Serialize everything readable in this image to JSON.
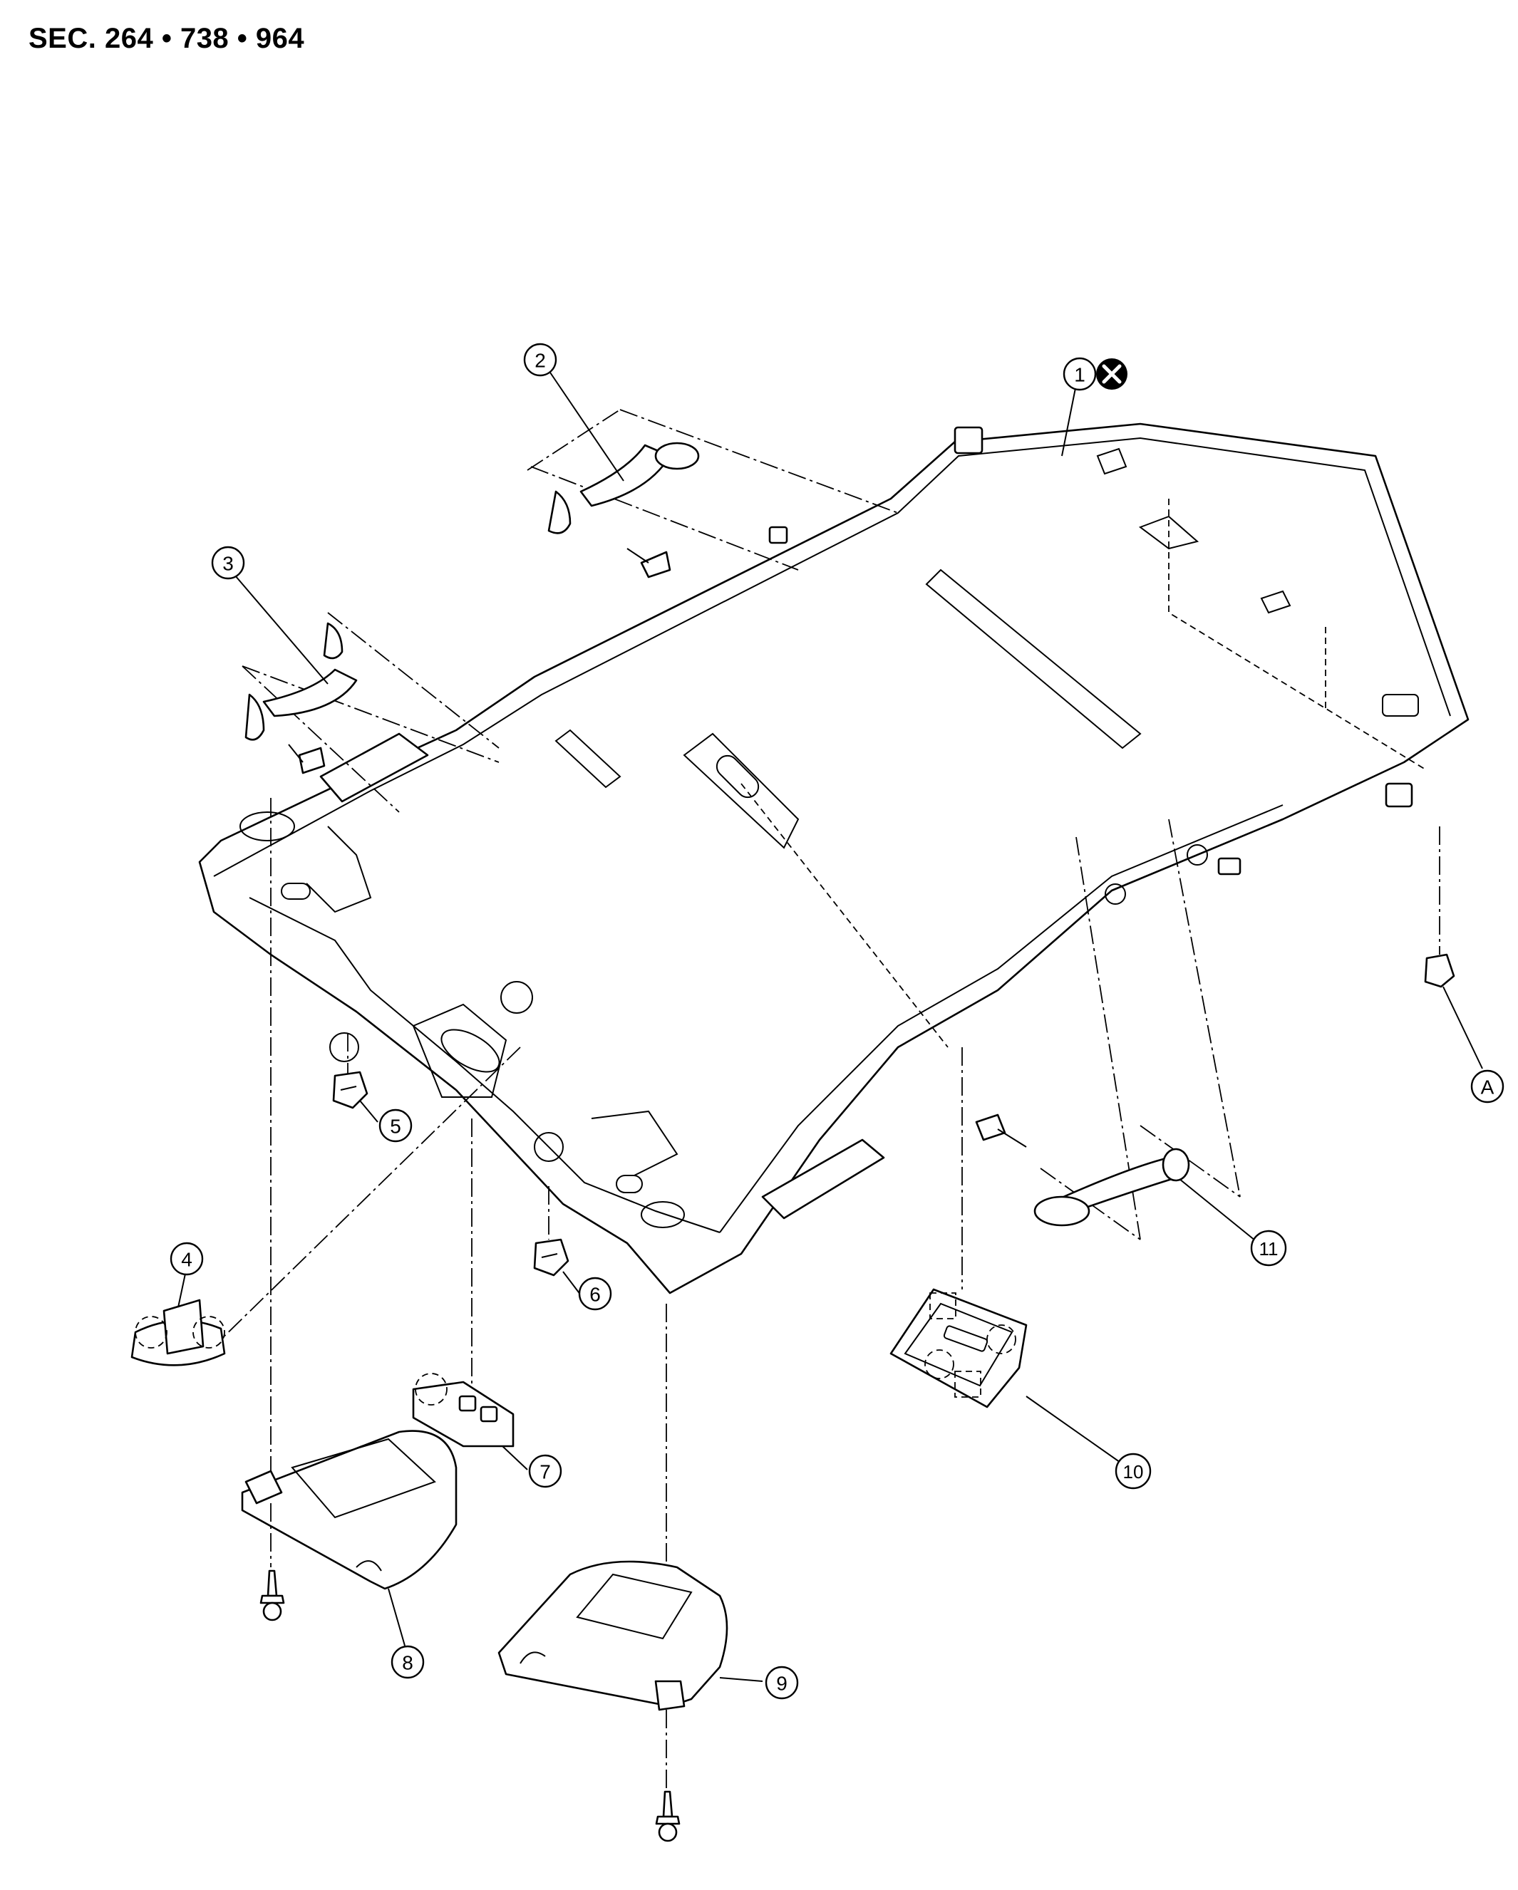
{
  "section_title": "SEC. 264 • 738 • 964",
  "callouts": {
    "c1": "1",
    "c2": "2",
    "c3": "3",
    "c4": "4",
    "c5": "5",
    "c6": "6",
    "c7": "7",
    "c8": "8",
    "c9": "9",
    "c10": "10",
    "c11": "11"
  },
  "reference_marks": {
    "a": "A"
  },
  "symbols": {
    "c1_suffix": "do-not-reuse-icon"
  }
}
